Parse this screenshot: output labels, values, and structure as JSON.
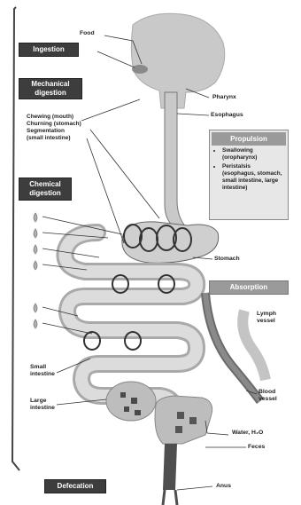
{
  "figure": {
    "labels": {
      "food": "Food",
      "pharynx": "Pharynx",
      "esophagus": "Esophagus",
      "stomach": "Stomach",
      "small_intestine": "Small\nintestine",
      "large_intestine": "Large\nintestine",
      "lymph_vessel": "Lymph\nvessel",
      "blood_vessel": "Blood\nvessel",
      "water": "Water, H₂O",
      "feces": "Feces",
      "anus": "Anus"
    },
    "boxes": {
      "ingestion": "Ingestion",
      "mechanical_digestion": "Mechanical\ndigestion",
      "chemical_digestion": "Chemical\ndigestion",
      "absorption": "Absorption",
      "defecation": "Defecation"
    },
    "mechanical_items": [
      "Chewing (mouth)",
      "Churning (stomach)",
      "Segmentation",
      "(small intestine)"
    ],
    "propulsion": {
      "title": "Propulsion",
      "items": [
        "Swallowing (oropharynx)",
        "Peristalsis (esophagus, stomach, small intestine, large intestine)"
      ]
    },
    "colors": {
      "organ_fill": "#c9c9c9",
      "organ_dark": "#5a5a5a",
      "organ_stroke": "#555555",
      "box_dark": "#3d3d3d",
      "box_gray": "#9a9a9a",
      "background": "#ffffff"
    },
    "icons": [
      "enzyme-droplet-icon",
      "arrow-line"
    ]
  }
}
